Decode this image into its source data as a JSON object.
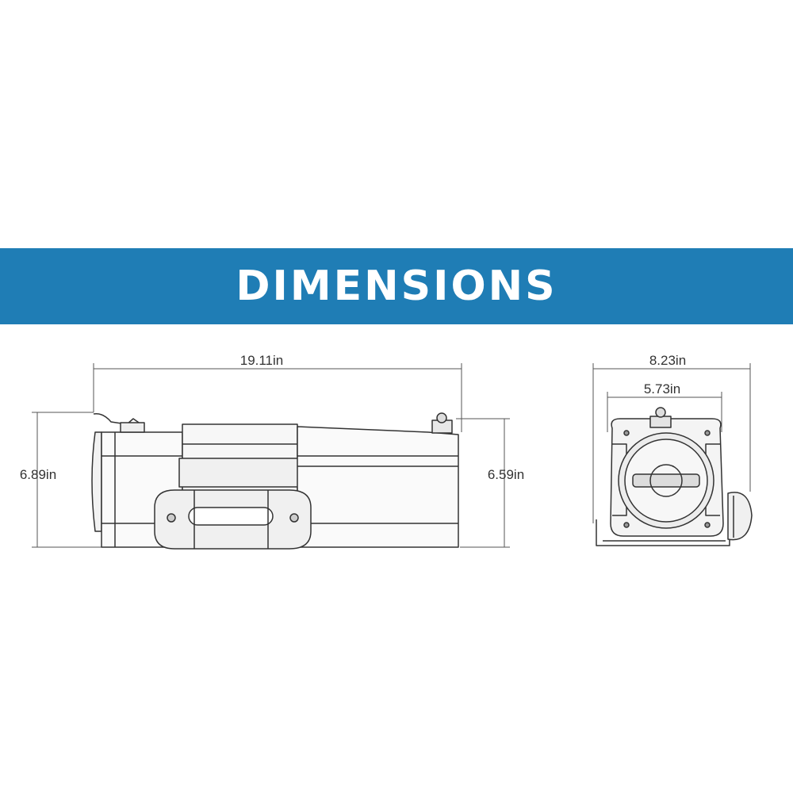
{
  "banner": {
    "title": "DIMENSIONS",
    "color": "#1f7db5"
  },
  "side_view": {
    "length": "19.11in",
    "height_left": "6.89in",
    "height_right": "6.59in"
  },
  "front_view": {
    "overall_width": "8.23in",
    "drum_width": "5.73in"
  },
  "colors": {
    "line": "#333333",
    "dimension_line": "#555555"
  }
}
